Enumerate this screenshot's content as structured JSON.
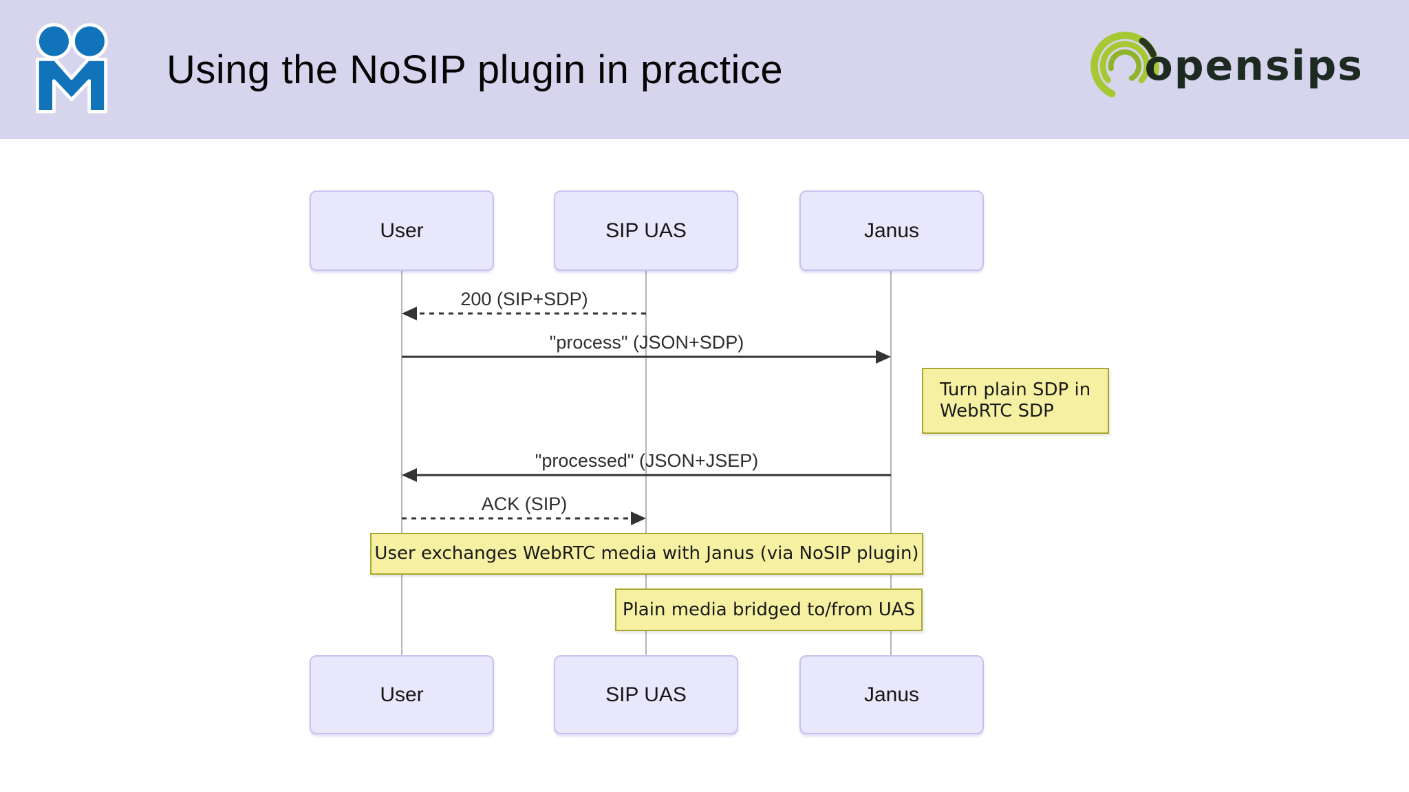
{
  "header": {
    "title": "Using the NoSIP plugin in practice",
    "left_logo_icon": "two-people-m-icon",
    "brand_logo_icon": "opensips-swirl-icon",
    "brand": "opensips"
  },
  "colors": {
    "header_bg": "#d7d4ed",
    "slide_bg": "#ffffff",
    "actor_fill": "#e9e7fb",
    "actor_border": "#c6c1ee",
    "note_fill": "#f6f1a2",
    "note_border": "#a8a72f",
    "arrow": "#333333",
    "lifeline": "#9a9aa8",
    "logo_blue": "#1173b9",
    "logo_green": "#a6c832",
    "brand_text": "#1d2a21"
  },
  "diagram": {
    "actors": [
      {
        "label": "User"
      },
      {
        "label": "SIP UAS"
      },
      {
        "label": "Janus"
      }
    ],
    "messages": [
      {
        "label": "200 (SIP+SDP)",
        "from": "SIP UAS",
        "to": "User",
        "style": "dashed"
      },
      {
        "label": "\"process\" (JSON+SDP)",
        "from": "User",
        "to": "Janus",
        "style": "solid"
      },
      {
        "label": "\"processed\" (JSON+JSEP)",
        "from": "Janus",
        "to": "User",
        "style": "solid"
      },
      {
        "label": "ACK (SIP)",
        "from": "User",
        "to": "SIP UAS",
        "style": "dashed"
      }
    ],
    "notes": [
      {
        "text": "Turn plain SDP in WebRTC SDP"
      },
      {
        "text": "User exchanges WebRTC media with Janus (via NoSIP plugin)"
      },
      {
        "text": "Plain media bridged to/from UAS"
      }
    ]
  }
}
